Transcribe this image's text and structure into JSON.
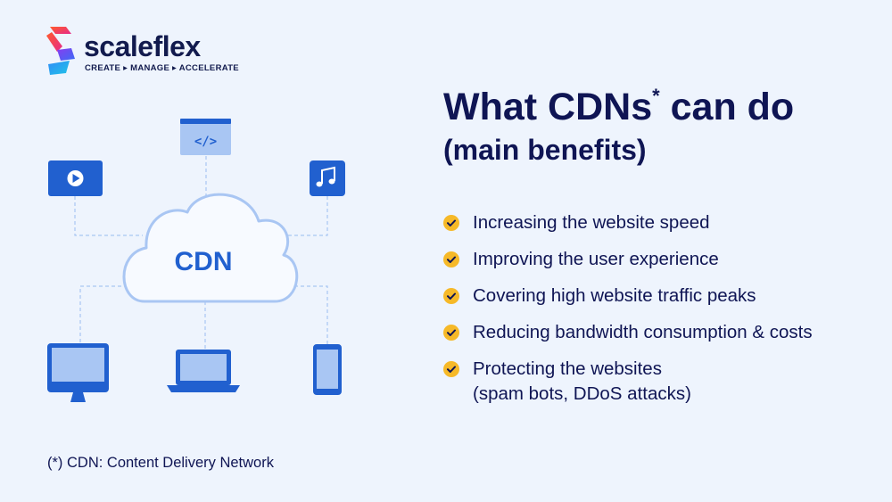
{
  "logo": {
    "name": "scaleflex",
    "tagline": "CREATE ▸ MANAGE ▸ ACCELERATE",
    "icon": "scaleflex-logo-icon"
  },
  "diagram": {
    "center_label": "CDN",
    "nodes": [
      "code-window-icon",
      "video-player-icon",
      "music-note-icon",
      "desktop-monitor-icon",
      "laptop-icon",
      "smartphone-icon"
    ]
  },
  "heading": {
    "title": "What CDNs",
    "title_mark": "*",
    "title_end": " can do",
    "subtitle": "(main benefits)"
  },
  "benefits": [
    {
      "text": "Increasing the website speed"
    },
    {
      "text": "Improving the user experience"
    },
    {
      "text": "Covering high website traffic peaks"
    },
    {
      "text": "Reducing bandwidth consumption & costs"
    },
    {
      "text": "Protecting the websites",
      "text2": "(spam bots, DDoS attacks)"
    }
  ],
  "footnote": "(*) CDN: Content Delivery Network",
  "colors": {
    "background": "#eef4fd",
    "navy": "#0f1554",
    "accent_blue": "#2160cf",
    "light_blue": "#a9c6f3",
    "check_yellow": "#f6b928"
  }
}
